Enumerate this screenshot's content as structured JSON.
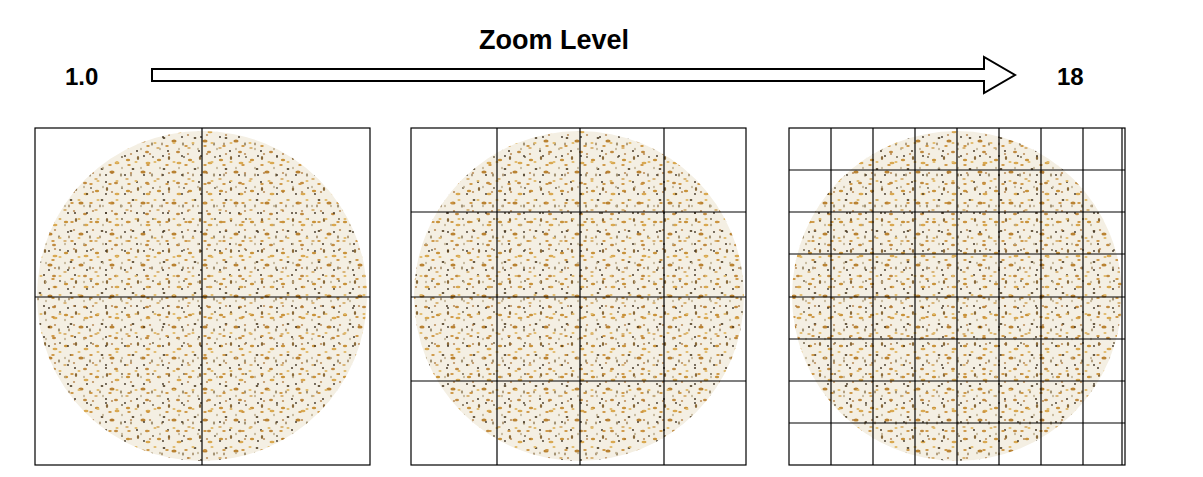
{
  "diagram": {
    "title": "Zoom Level",
    "labels": [
      "1.0",
      "18"
    ]
  }
}
